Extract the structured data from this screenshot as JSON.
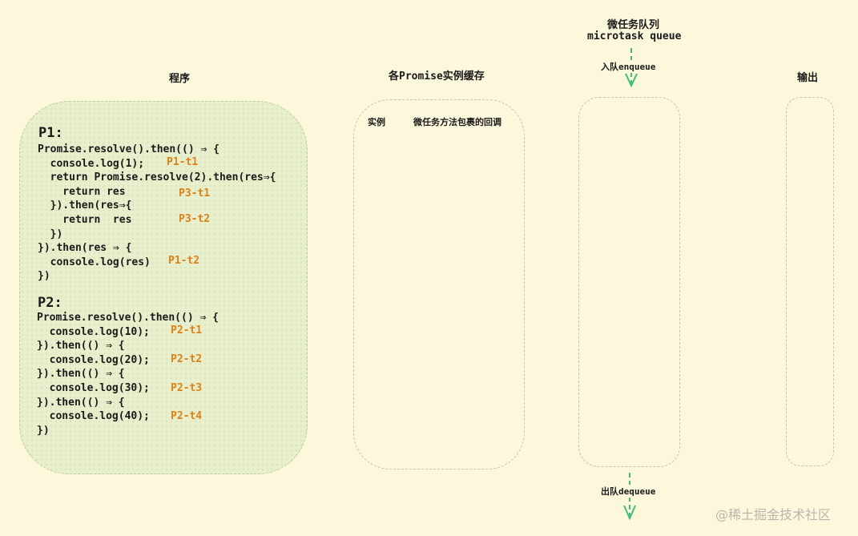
{
  "headings": {
    "program": "程序",
    "cache": "各Promise实例缓存",
    "queue_cn": "微任务队列",
    "queue_en": "microtask queue",
    "enqueue": "入队enqueue",
    "output": "输出",
    "dequeue": "出队dequeue"
  },
  "cache": {
    "col_instance": "实例",
    "col_callback": "微任务方法包裹的回调"
  },
  "p1": {
    "title": "P1:",
    "lines": [
      "Promise.resolve().then(() ⇒ {",
      "  console.log(1);",
      "  return Promise.resolve(2).then(res⇒{",
      "    return res",
      "  }).then(res⇒{",
      "    return  res",
      "  })",
      "}).then(res ⇒ {",
      "  console.log(res)",
      "})"
    ],
    "tags": [
      "P1-t1",
      "P3-t1",
      "P3-t2",
      "P1-t2"
    ]
  },
  "p2": {
    "title": "P2:",
    "lines": [
      "Promise.resolve().then(() ⇒ {",
      "  console.log(10);",
      "}).then(() ⇒ {",
      "  console.log(20);",
      "}).then(() ⇒ {",
      "  console.log(30);",
      "}).then(() ⇒ {",
      "  console.log(40);",
      "})"
    ],
    "tags": [
      "P2-t1",
      "P2-t2",
      "P2-t3",
      "P2-t4"
    ]
  },
  "watermark": "@稀土掘金技术社区",
  "colors": {
    "background": "#fdf8dc",
    "code_box": "#e7efcc",
    "tag": "#e07f13",
    "arrow": "#3dbf7f"
  }
}
